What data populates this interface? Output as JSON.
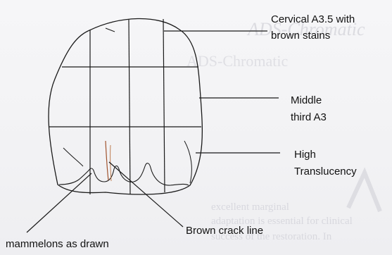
{
  "labels": {
    "cervical_line1": "Cervical A3.5 with",
    "cervical_line2": "brown stains",
    "middle_line1": "Middle",
    "middle_line2": "third A3",
    "high_line1": "High",
    "high_line2": "Translucency",
    "crack": "Brown crack line",
    "mammelons": "mammelons as drawn"
  },
  "bleed_through": {
    "line1": "ADS-Chromatic",
    "line2": "excellent marginal",
    "line3": "adaptation is essential for clinical",
    "line4": "success of the restoration. In"
  },
  "colors": {
    "ink": "#1a1a1a",
    "crack": "#a0522d",
    "paper": "#f4f4f6",
    "bleed": "#bdbdc7"
  }
}
